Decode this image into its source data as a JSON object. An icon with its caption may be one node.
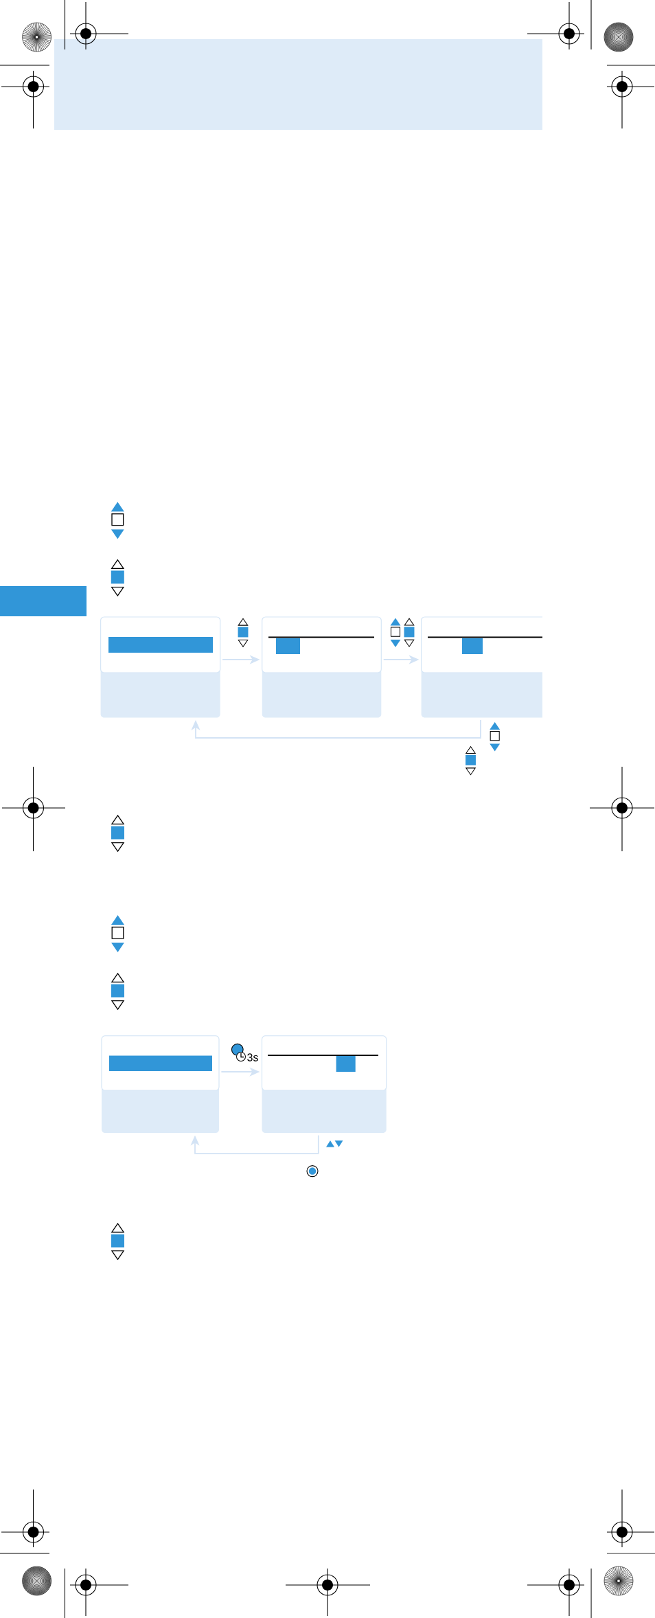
{
  "diagram": {
    "nodes": [
      {
        "text": [],
        "shape": "bar"
      },
      {
        "text": [],
        "shape": "box"
      },
      {
        "text": [],
        "shape": "box"
      },
      {
        "text": [],
        "shape": "box"
      },
      {
        "text": [],
        "shape": "box"
      },
      {
        "text": [],
        "shape": "box"
      }
    ],
    "edges": [
      {
        "from": 1,
        "to": 2,
        "arrow": "to"
      },
      {
        "from": 2,
        "to": 3,
        "arrow": "to"
      },
      {
        "from": 3,
        "to": 1,
        "arrow": "to"
      },
      {
        "from": 4,
        "to": 5,
        "arrow": "to",
        "label": "3s"
      },
      {
        "from": 5,
        "to": 4,
        "arrow": "to"
      }
    ]
  }
}
